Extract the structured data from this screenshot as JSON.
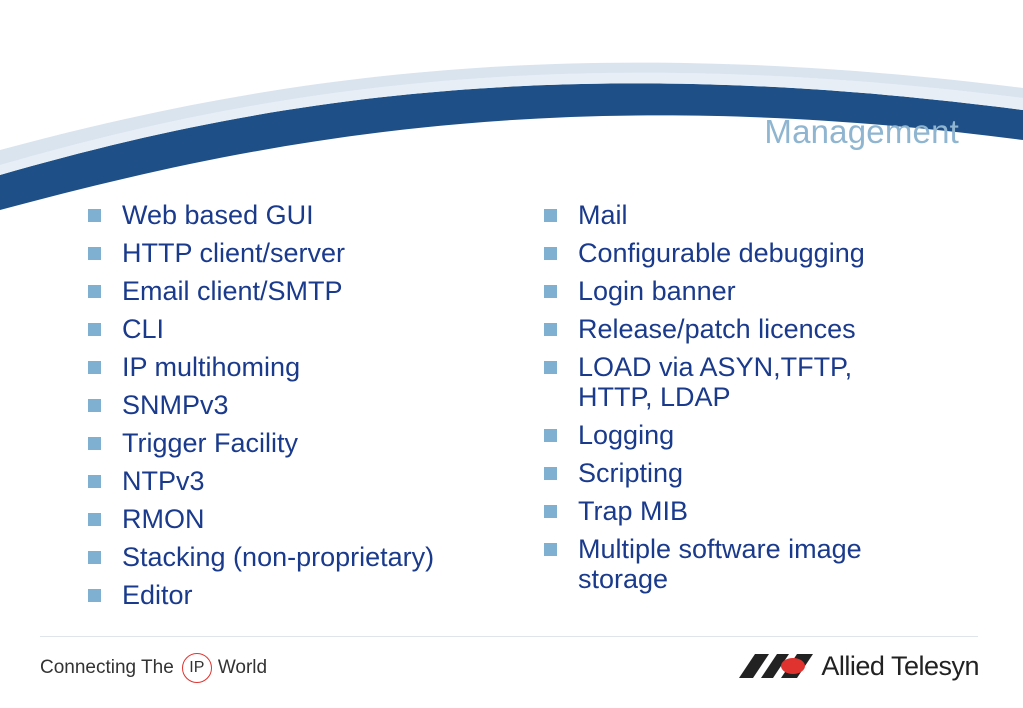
{
  "slide": {
    "title": "Management",
    "left_items": [
      "Web based GUI",
      "HTTP client/server",
      "Email client/SMTP",
      "CLI",
      "IP multihoming",
      "SNMPv3",
      "Trigger Facility",
      "NTPv3",
      "RMON",
      "Stacking (non-proprietary)",
      "Editor"
    ],
    "right_items": [
      "Mail",
      "Configurable debugging",
      "Login banner",
      "Release/patch licences",
      "LOAD via ASYN,TFTP, HTTP, LDAP",
      "Logging",
      "Scripting",
      "Trap MIB",
      "Multiple software image storage"
    ]
  },
  "footer": {
    "tagline_before": "Connecting The",
    "tagline_ip": "IP",
    "tagline_after": "World",
    "brand_name": "Allied Telesyn"
  },
  "colors": {
    "title": "#8fb5d0",
    "text": "#1a3a8c",
    "bullet": "#7fb0d2",
    "swoosh_dark": "#1e4f86",
    "logo_red": "#e0332f"
  }
}
